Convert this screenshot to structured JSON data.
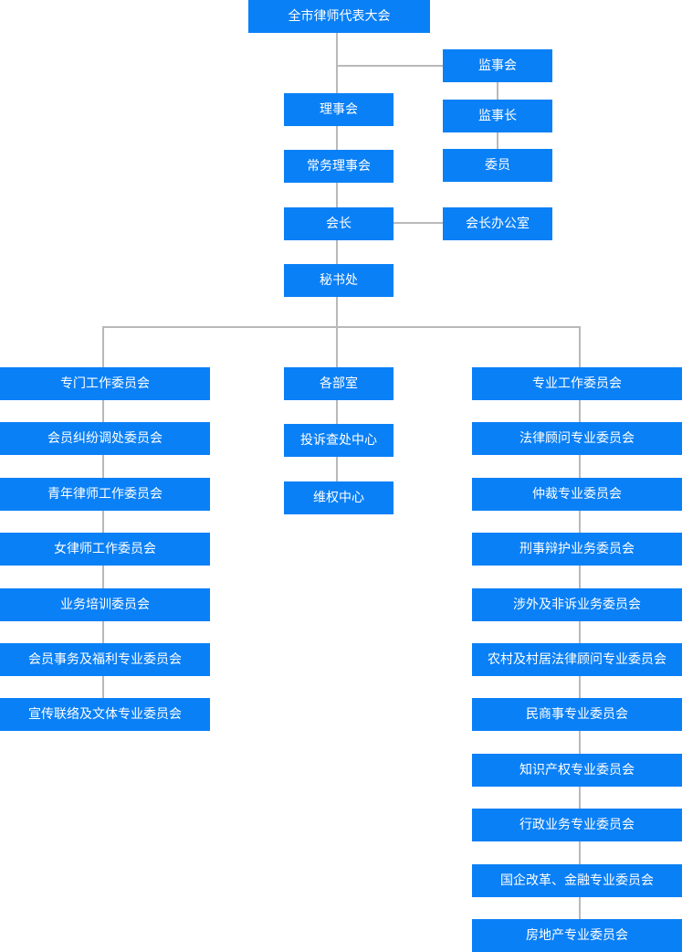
{
  "top": {
    "congress": "全市律师代表大会",
    "supervisory_board": "监事会",
    "chief_supervisor": "监事长",
    "supervisor_member": "委员",
    "council": "理事会",
    "standing_council": "常务理事会",
    "president": "会长",
    "president_office": "会长办公室",
    "secretariat": "秘书处"
  },
  "left_column": [
    "专门工作委员会",
    "会员纠纷调处委员会",
    "青年律师工作委员会",
    "女律师工作委员会",
    "业务培训委员会",
    "会员事务及福利专业委员会",
    "宣传联络及文体专业委员会"
  ],
  "middle_column": [
    "各部室",
    "投诉查处中心",
    "维权中心"
  ],
  "right_column": [
    "专业工作委员会",
    "法律顾问专业委员会",
    "仲裁专业委员会",
    "刑事辩护业务委员会",
    "涉外及非诉业务委员会",
    "农村及村居法律顾问专业委员会",
    "民商事专业委员会",
    "知识产权专业委员会",
    "行政业务专业委员会",
    "国企改革、金融专业委员会",
    "房地产专业委员会"
  ],
  "colors": {
    "node_fill": "#0a80f6",
    "node_text": "#ffffff",
    "connector": "#b9b9b9",
    "background": "#ffffff"
  }
}
